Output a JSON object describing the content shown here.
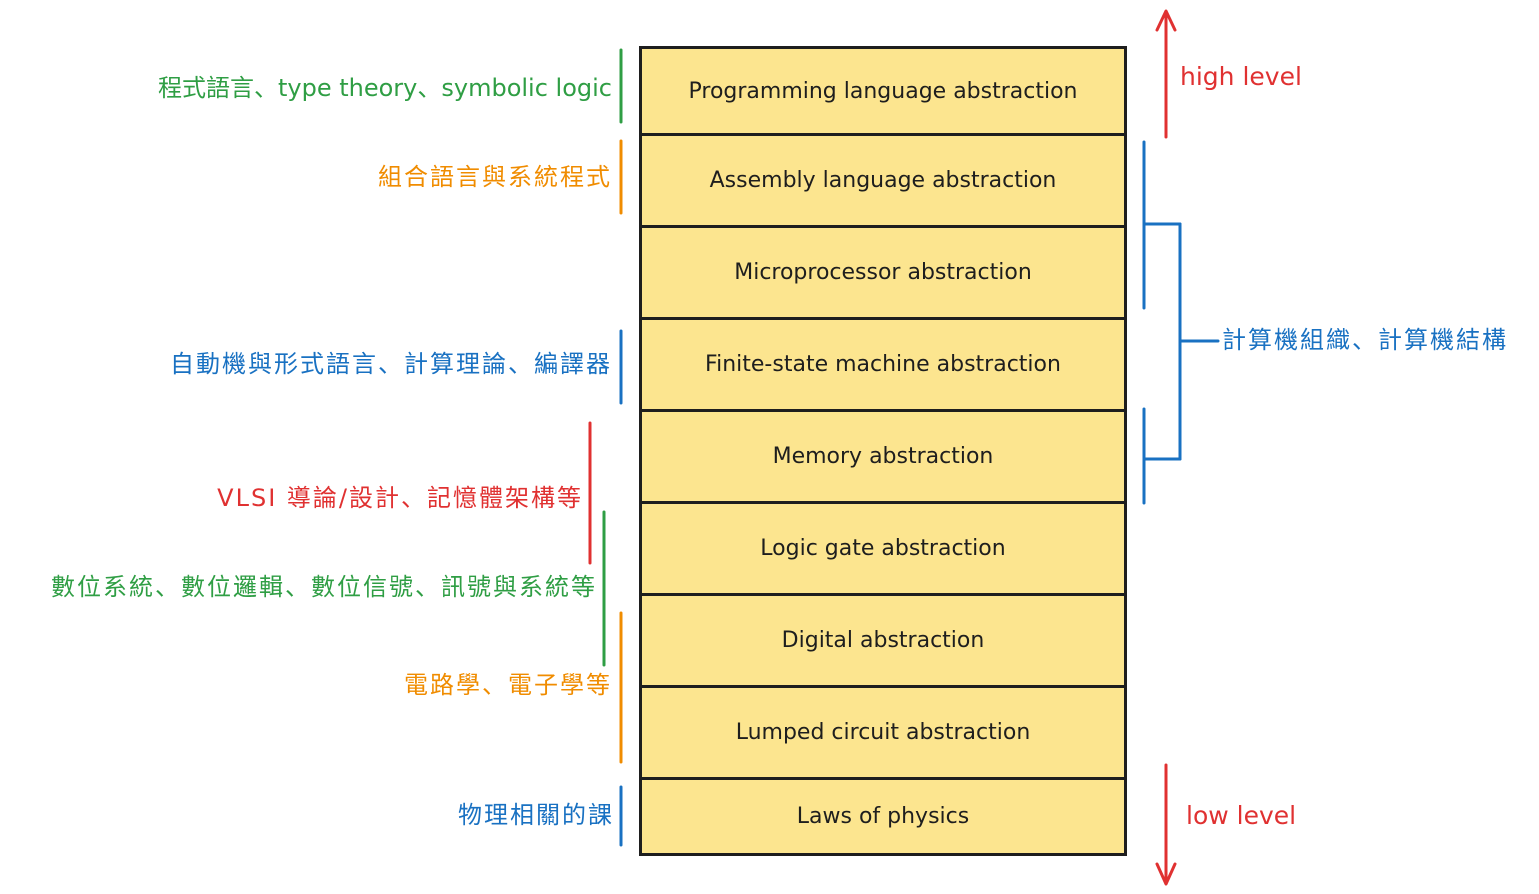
{
  "colors": {
    "layer_fill": "#fce58f",
    "layer_border": "#1e1e1e",
    "green": "#2f9e44",
    "orange": "#f08c00",
    "blue": "#1971c2",
    "red": "#e03131"
  },
  "layers": [
    {
      "label": "Programming language abstraction"
    },
    {
      "label": "Assembly language abstraction"
    },
    {
      "label": "Microprocessor abstraction"
    },
    {
      "label": "Finite-state machine abstraction"
    },
    {
      "label": "Memory abstraction"
    },
    {
      "label": "Logic gate abstraction"
    },
    {
      "label": "Digital abstraction"
    },
    {
      "label": "Lumped circuit abstraction"
    },
    {
      "label": "Laws of physics"
    }
  ],
  "left_annotations": [
    {
      "text": "程式語言、type theory、symbolic logic",
      "color": "#2f9e44"
    },
    {
      "text": "組合語言與系統程式",
      "color": "#f08c00"
    },
    {
      "text": "自動機與形式語言、計算理論、編譯器",
      "color": "#1971c2"
    },
    {
      "text": "VLSI 導論/設計、記憶體架構等",
      "color": "#e03131"
    },
    {
      "text": "數位系統、數位邏輯、數位信號、訊號與系統等",
      "color": "#2f9e44"
    },
    {
      "text": "電路學、電子學等",
      "color": "#f08c00"
    },
    {
      "text": "物理相關的課",
      "color": "#1971c2"
    }
  ],
  "levels": {
    "high": "high level",
    "low": "low level",
    "color": "#e03131"
  },
  "right_annotation": {
    "text": "計算機組織、計算機結構",
    "color": "#1971c2"
  }
}
